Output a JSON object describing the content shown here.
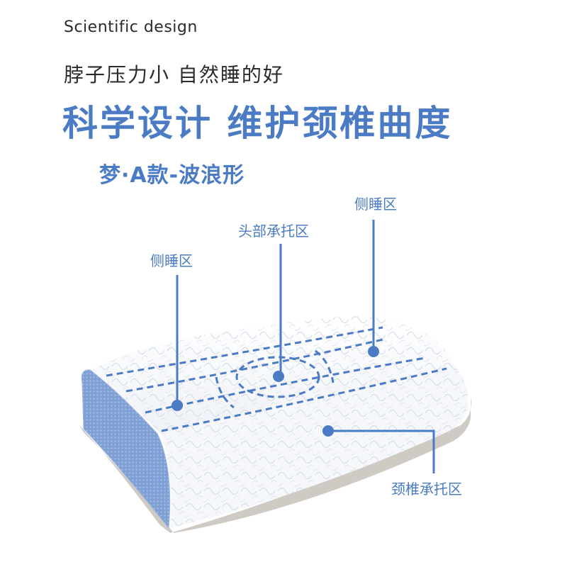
{
  "header": {
    "eyebrow": "Scientific design",
    "subtitle": "脖子压力小  自然睡的好",
    "headline": "科学设计  维护颈椎曲度",
    "model": "梦·A款-波浪形"
  },
  "callouts": {
    "side_left": "侧睡区",
    "head_support": "头部承托区",
    "side_right": "侧睡区",
    "neck_support": "颈椎承托区"
  },
  "colors": {
    "accent": "#4a7bc4",
    "text": "#2b2b2b",
    "pillow": "#f4f6f9",
    "mesh": "#7fa0d4",
    "base": "#cfcac4"
  }
}
